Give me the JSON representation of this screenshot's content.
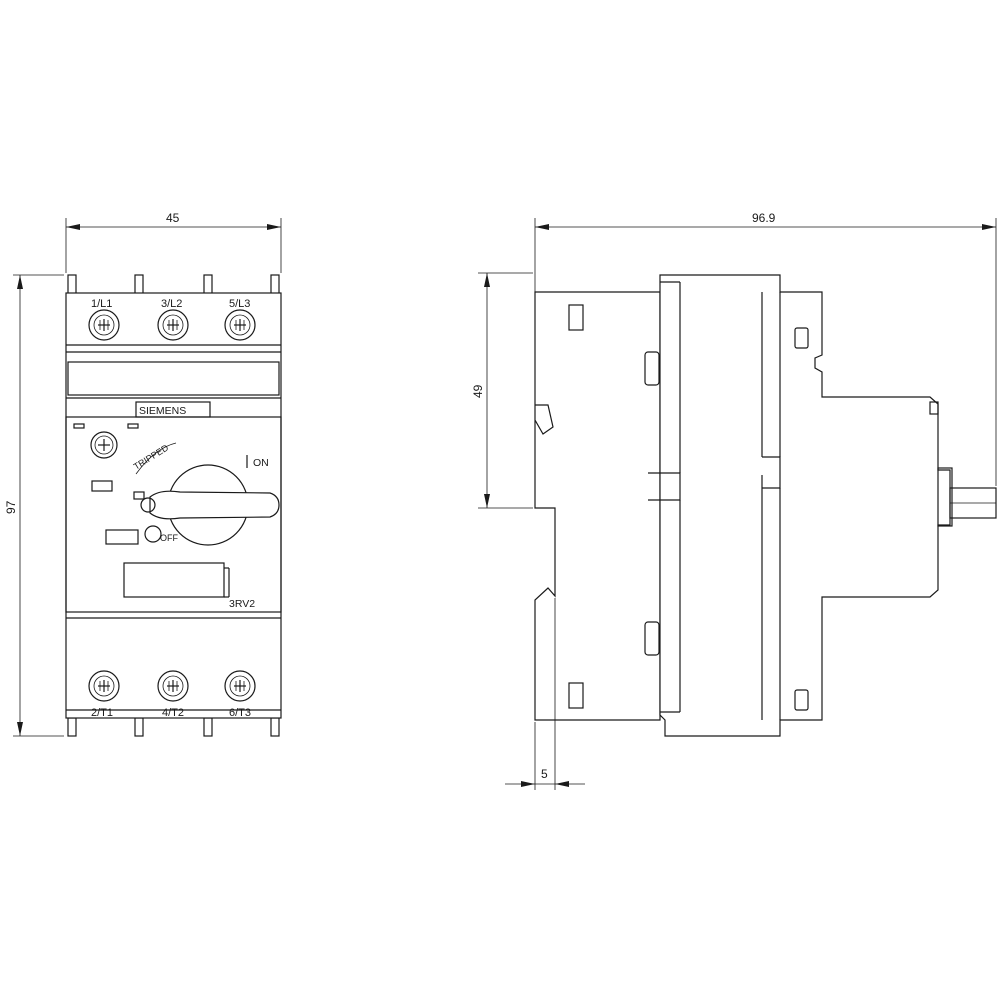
{
  "dimensions": {
    "front_width": "45",
    "front_height": "97",
    "side_depth": "96.9",
    "side_height": "49",
    "side_offset": "5"
  },
  "terminals": {
    "top": [
      "1/L1",
      "3/L2",
      "5/L3"
    ],
    "bottom": [
      "2/T1",
      "4/T2",
      "6/T3"
    ]
  },
  "labels": {
    "brand": "SIEMENS",
    "tripped": "TRIPPED",
    "on": "ON",
    "off": "OFF",
    "model": "3RV2"
  }
}
